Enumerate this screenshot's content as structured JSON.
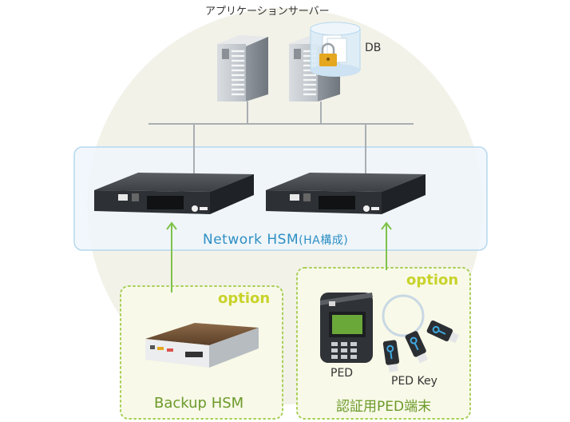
{
  "top_title": "アプリケーションサーバー",
  "db_label": "DB",
  "hsm_group_label": "Network HSM",
  "hsm_group_sub": "(HA構成)",
  "backup_option": "option",
  "backup_label": "Backup HSM",
  "ped_option": "option",
  "ped_label": "PED",
  "ped_key_label": "PED Key",
  "ped_group_label": "認証用PED端末",
  "colors": {
    "hsm_box_fill": "#eef6fc",
    "hsm_box_border": "#b6d8ef",
    "option_box_fill": "#f8f9e8",
    "option_border": "#a9cf5a",
    "arrow": "#7fc24a",
    "network_line": "#a9aeb2",
    "circle": "#f3f3ea"
  }
}
